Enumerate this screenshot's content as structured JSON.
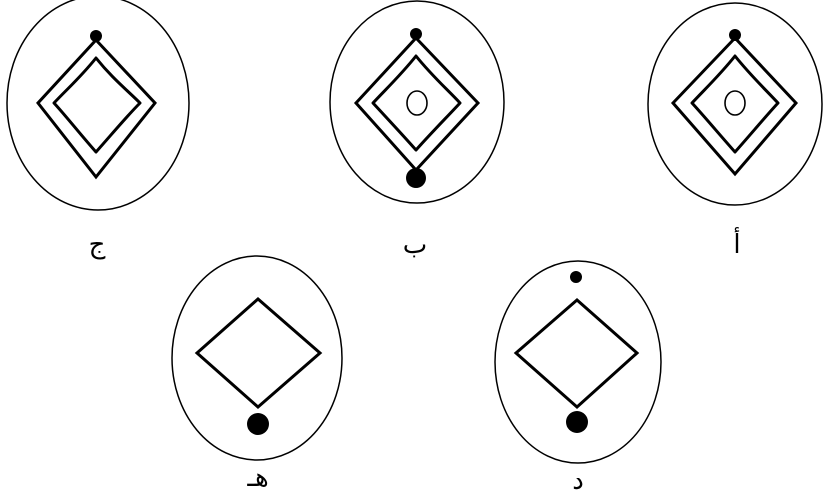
{
  "figures": [
    {
      "id": "figure-a",
      "label": "أ"
    },
    {
      "id": "figure-b",
      "label": "ب"
    },
    {
      "id": "figure-c",
      "label": "ج"
    },
    {
      "id": "figure-d",
      "label": "د"
    },
    {
      "id": "figure-h",
      "label": "هـ"
    }
  ]
}
